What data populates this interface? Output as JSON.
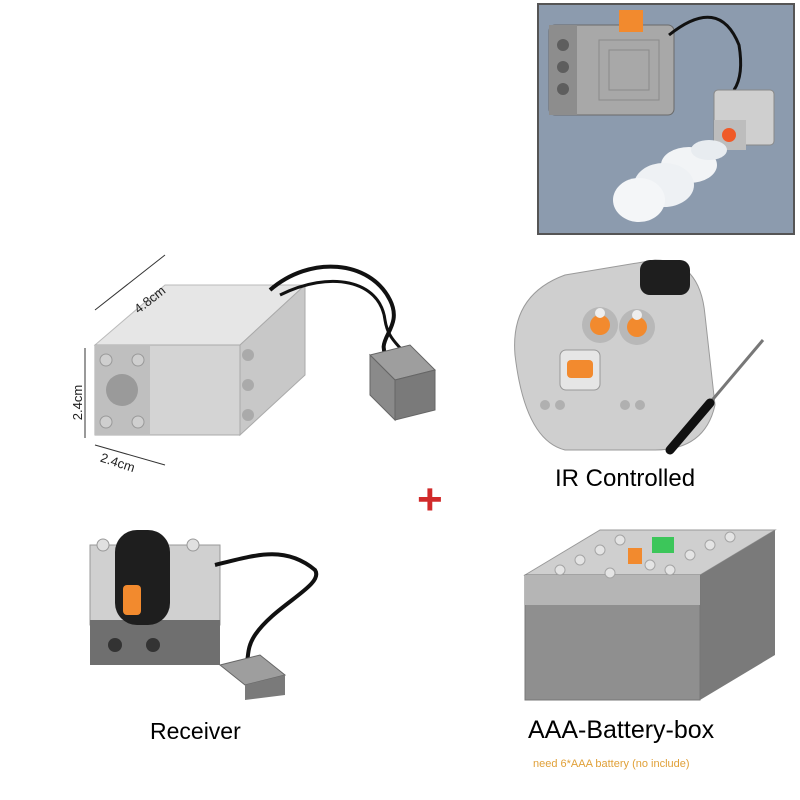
{
  "dimensions": {
    "length": "4.8cm",
    "height": "2.4cm",
    "width": "2.4cm"
  },
  "captions": {
    "ir_controlled": "IR Controlled",
    "receiver": "Receiver",
    "battery_box": "AAA-Battery-box",
    "battery_note": "need 6*AAA battery  (no include)"
  },
  "plus_sign": "+",
  "colors": {
    "plus": "#d12a2a",
    "brick_light": "#d9d9d9",
    "brick_dark": "#6f6f6f",
    "orange": "#f28a2e",
    "green": "#3cc65a",
    "note": "#e0a038",
    "inset_bg": "#8c9bae"
  }
}
